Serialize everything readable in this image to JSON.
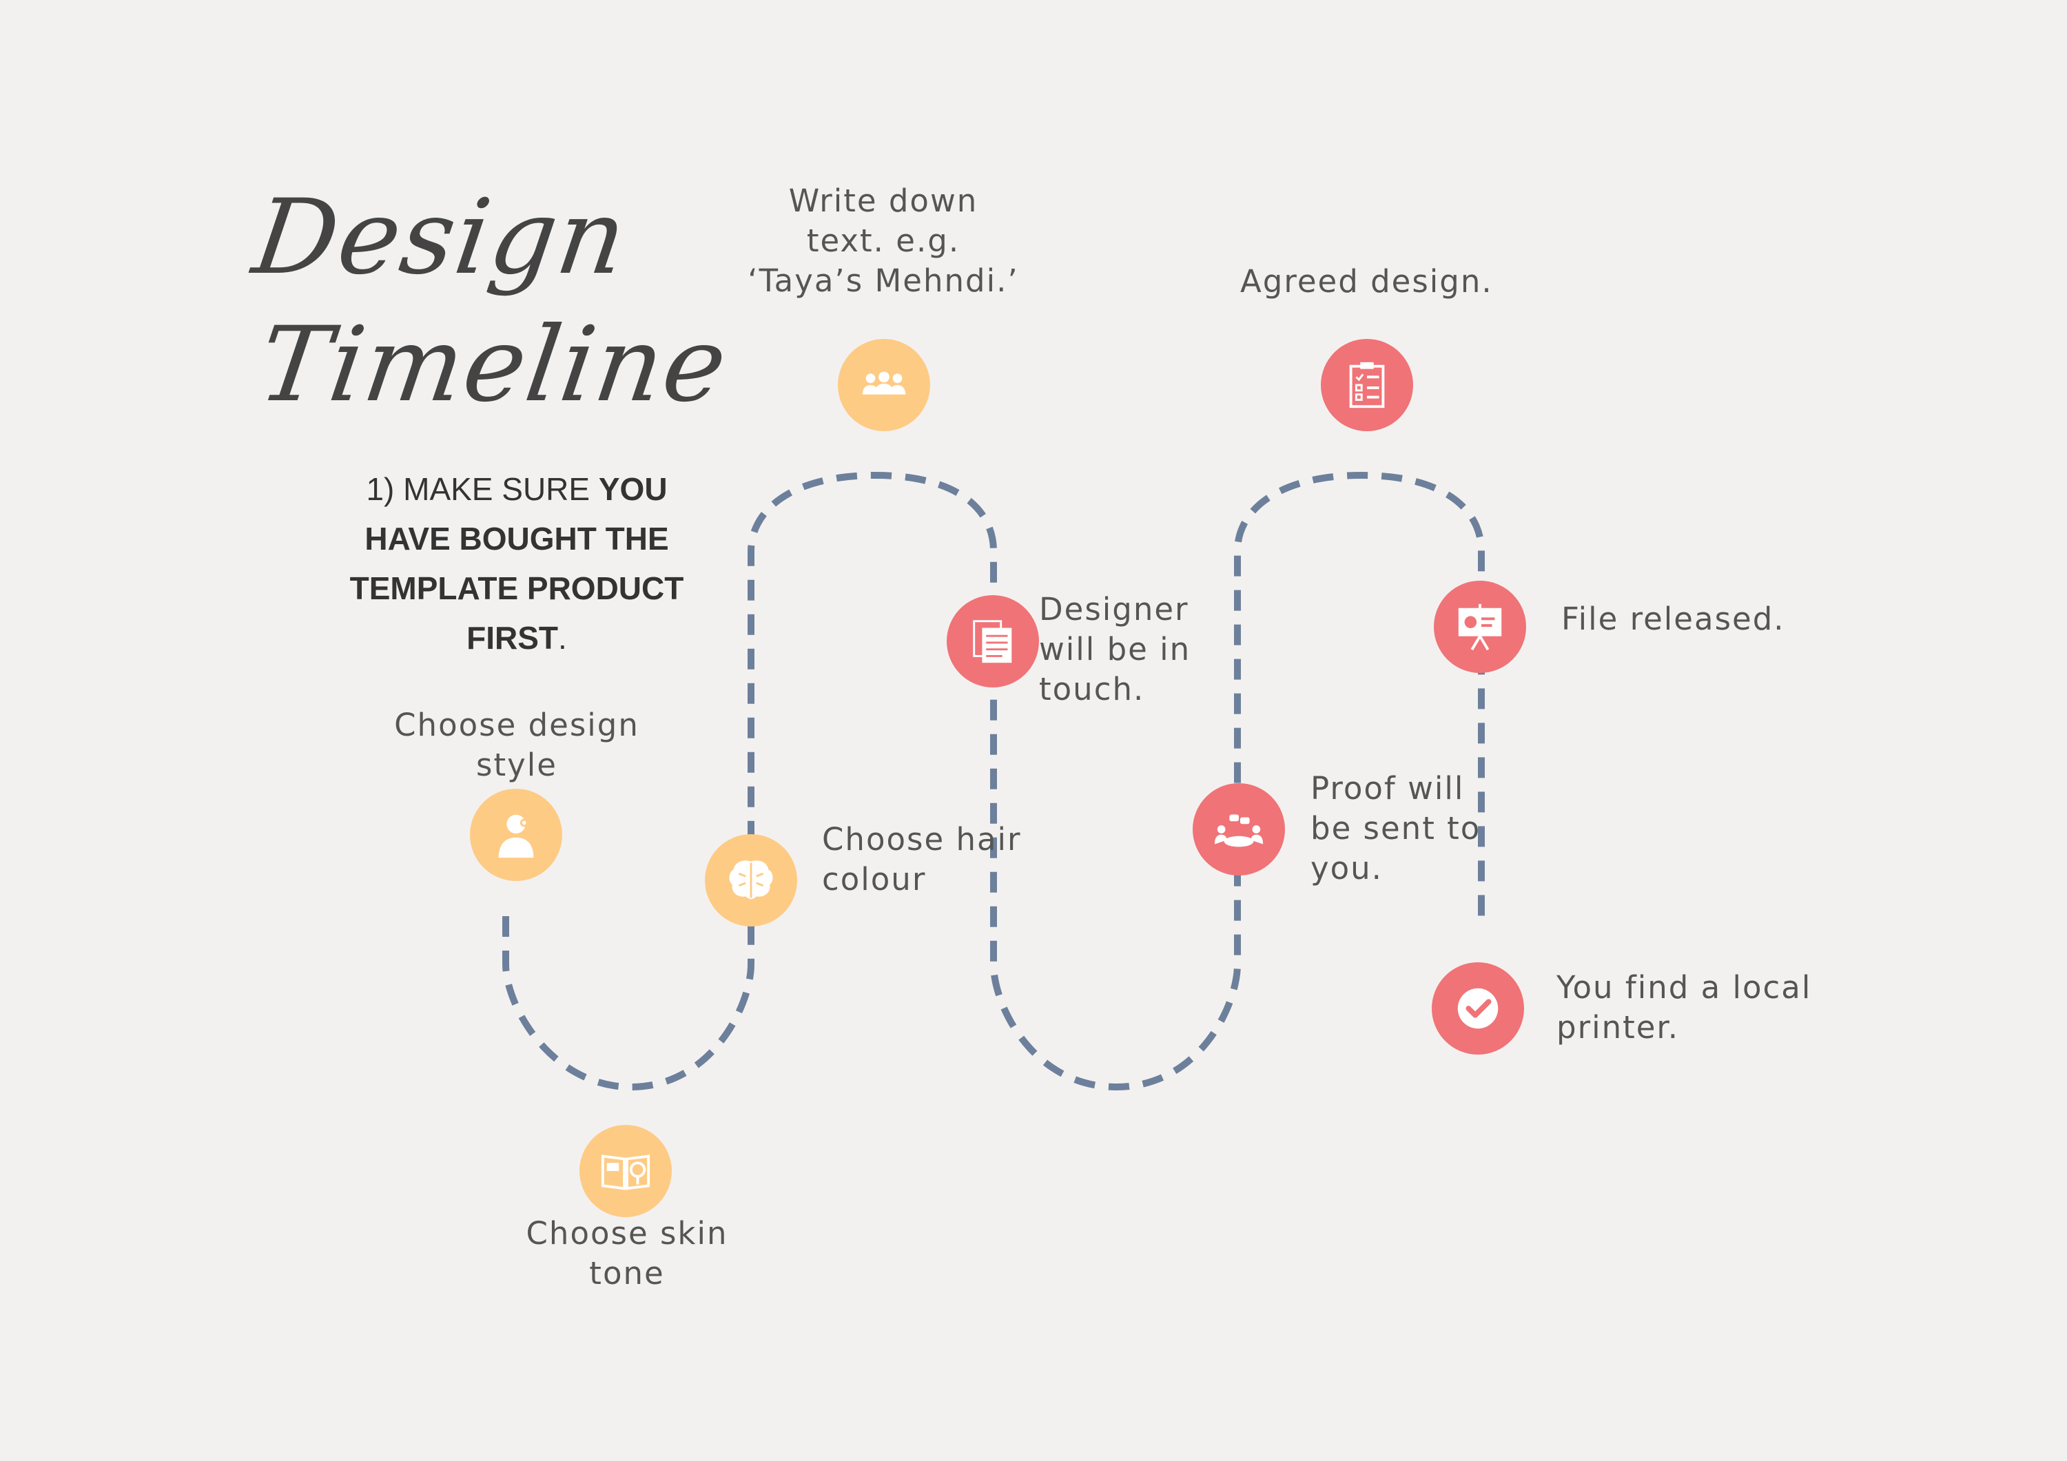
{
  "title": {
    "line1": "Design",
    "line2": "Timeline"
  },
  "note": {
    "part1": "1) MAKE SURE ",
    "bold": "YOU HAVE BOUGHT THE TEMPLATE PRODUCT FIRST",
    "part2": "."
  },
  "colors": {
    "background": "#f3f1f0",
    "path": "#6d809b",
    "yellow": "#fecb85",
    "red": "#f07377",
    "text": "#555555"
  },
  "steps": [
    {
      "label": "Choose design style",
      "icon": "artist-icon",
      "color": "yellow"
    },
    {
      "label": "Choose skin tone",
      "icon": "book-search-icon",
      "color": "yellow"
    },
    {
      "label": "Choose hair colour",
      "icon": "brain-icon",
      "color": "yellow"
    },
    {
      "label": "Write down text. e.g. ‘Taya’s Mehndi.’",
      "icon": "group-icon",
      "color": "yellow"
    },
    {
      "label": "Designer will be in touch.",
      "icon": "documents-icon",
      "color": "red"
    },
    {
      "label": "Proof will be sent to you.",
      "icon": "meeting-icon",
      "color": "red"
    },
    {
      "label": "Agreed design.",
      "icon": "checklist-icon",
      "color": "red"
    },
    {
      "label": "File released.",
      "icon": "presentation-icon",
      "color": "red"
    },
    {
      "label": "You find a local printer.",
      "icon": "check-icon",
      "color": "red"
    }
  ]
}
